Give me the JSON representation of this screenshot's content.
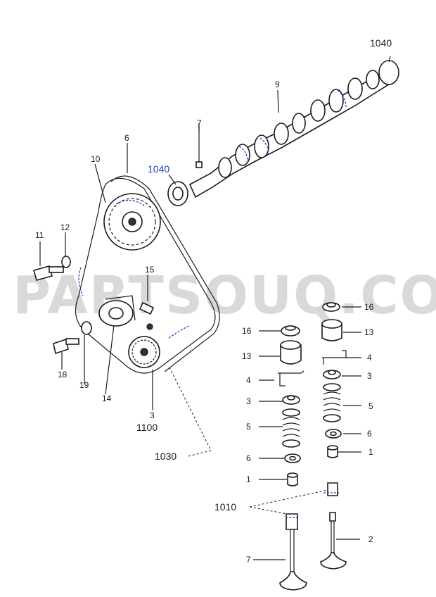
{
  "watermark": "PARTSOUQ.COM",
  "callouts": {
    "c1040_top": "1040",
    "c9": "9",
    "c1040_left": "1040",
    "c7_cam": "7",
    "c6": "6",
    "c10": "10",
    "c11": "11",
    "c12": "12",
    "c15_belt": "15",
    "c18": "18",
    "c19": "19",
    "c14": "14",
    "c3_belt": "3",
    "c1100": "1100",
    "c1030": "1030",
    "c16_right": "16",
    "c13_right": "13",
    "c4_right": "4",
    "c3_right": "3",
    "c5_right": "5",
    "c6_right": "6",
    "c1_right": "1",
    "c16_left": "16",
    "c13_left": "13",
    "c4_left": "4",
    "c3_left": "3",
    "c5_left": "5",
    "c6_left": "6",
    "c1_left": "1",
    "c1010": "1010",
    "c2": "2",
    "c7_valve": "7"
  },
  "colors": {
    "ink": "#1a1a1a",
    "highlight": "#1a3fc9",
    "watermark": "#d9d9d9"
  }
}
